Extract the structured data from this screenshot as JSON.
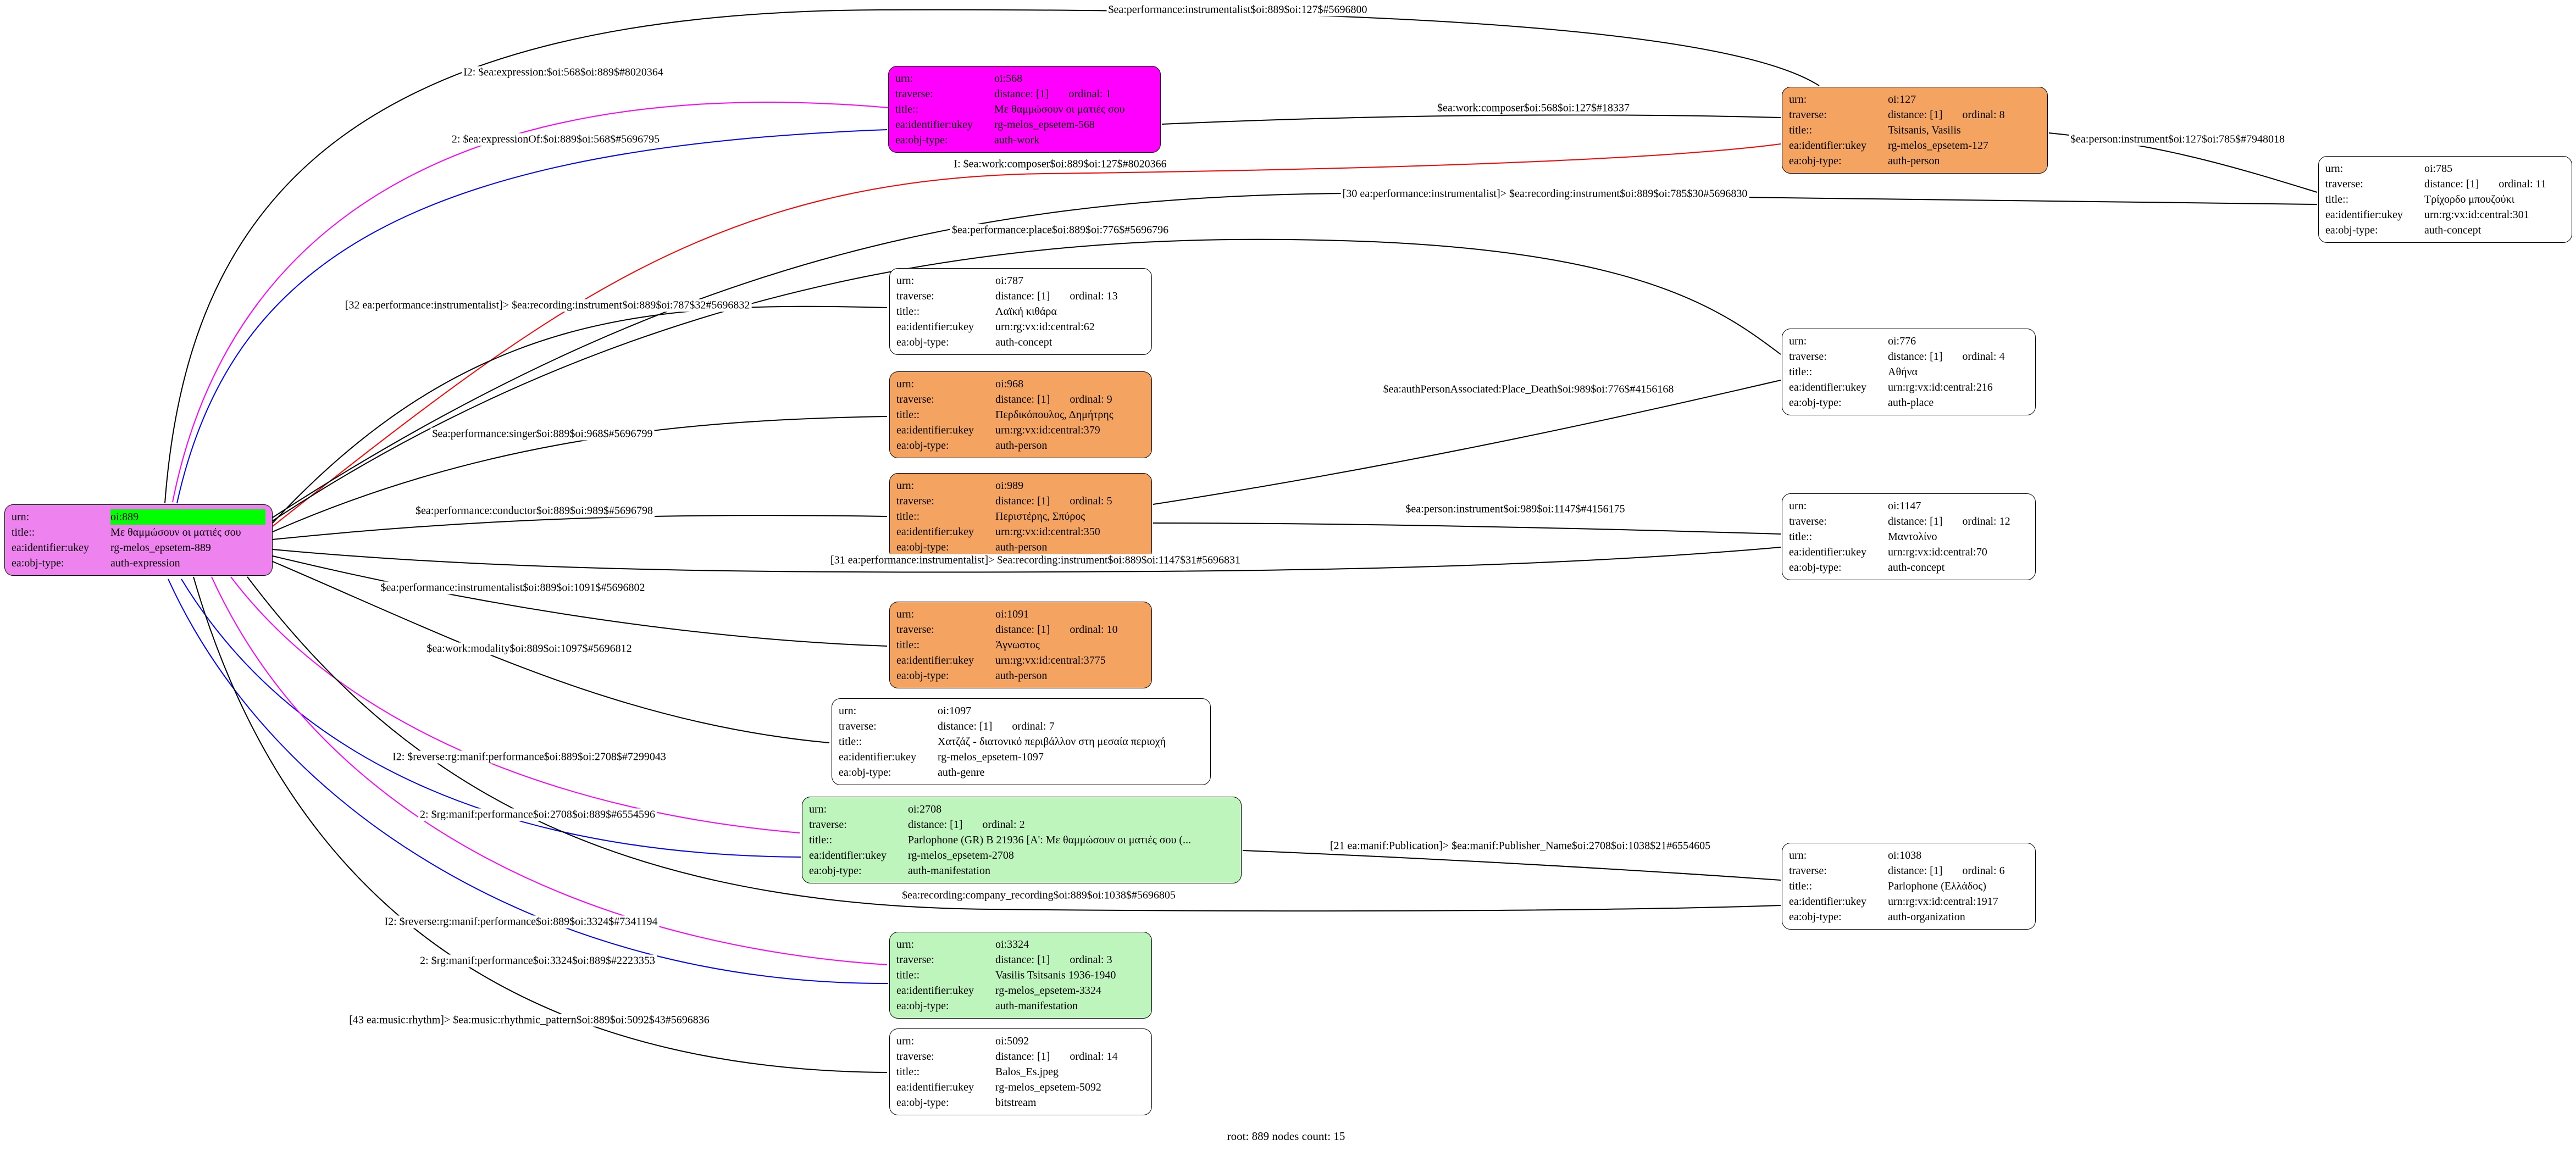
{
  "caption": "root: 889 nodes count: 15",
  "colors": {
    "root_fill": "#EE82EE",
    "work_fill": "#FF00FF",
    "person_fill": "#F4A460",
    "manifestation_fill": "#BDF5BD",
    "plain_fill": "#FFFFFF",
    "urn_highlight": "#00FF00",
    "edge_black": "#000000",
    "edge_magenta": "#FF00FF",
    "edge_blue": "#0000FF",
    "edge_red": "#FF0000"
  },
  "node_field_labels": {
    "urn": "urn:",
    "traverse": "traverse:",
    "title": "title::",
    "ukey": "ea:identifier:ukey",
    "objtype": "ea:obj-type:"
  },
  "nodes": [
    {
      "id": "oi:889",
      "fill": "#EE82EE",
      "urn": "oi:889",
      "urn_highlight": "#00FF00",
      "traverse": null,
      "title": "Με θαμμώσουν οι ματιές σου",
      "ukey": "rg-melos_epsetem-889",
      "objtype": "auth-expression"
    },
    {
      "id": "oi:568",
      "fill": "#FF00FF",
      "urn": "oi:568",
      "traverse": {
        "distance": "distance: [1]",
        "ordinal": "ordinal: 1"
      },
      "title": "Με θαμμώσουν οι ματιές σου",
      "ukey": "rg-melos_epsetem-568",
      "objtype": "auth-work"
    },
    {
      "id": "oi:127",
      "fill": "#F4A460",
      "urn": "oi:127",
      "traverse": {
        "distance": "distance: [1]",
        "ordinal": "ordinal: 8"
      },
      "title": "Tsitsanis, Vasilis",
      "ukey": "rg-melos_epsetem-127",
      "objtype": "auth-person"
    },
    {
      "id": "oi:785",
      "fill": "#FFFFFF",
      "urn": "oi:785",
      "traverse": {
        "distance": "distance: [1]",
        "ordinal": "ordinal: 11"
      },
      "title": "Τρίχορδο μπουζούκι",
      "ukey": "urn:rg:vx:id:central:301",
      "objtype": "auth-concept"
    },
    {
      "id": "oi:787",
      "fill": "#FFFFFF",
      "urn": "oi:787",
      "traverse": {
        "distance": "distance: [1]",
        "ordinal": "ordinal: 13"
      },
      "title": "Λαϊκή κιθάρα",
      "ukey": "urn:rg:vx:id:central:62",
      "objtype": "auth-concept"
    },
    {
      "id": "oi:968",
      "fill": "#F4A460",
      "urn": "oi:968",
      "traverse": {
        "distance": "distance: [1]",
        "ordinal": "ordinal: 9"
      },
      "title": "Περδικόπουλος, Δημήτρης",
      "ukey": "urn:rg:vx:id:central:379",
      "objtype": "auth-person"
    },
    {
      "id": "oi:989",
      "fill": "#F4A460",
      "urn": "oi:989",
      "traverse": {
        "distance": "distance: [1]",
        "ordinal": "ordinal: 5"
      },
      "title": "Περιστέρης, Σπύρος",
      "ukey": "urn:rg:vx:id:central:350",
      "objtype": "auth-person"
    },
    {
      "id": "oi:776",
      "fill": "#FFFFFF",
      "urn": "oi:776",
      "traverse": {
        "distance": "distance: [1]",
        "ordinal": "ordinal: 4"
      },
      "title": "Αθήνα",
      "ukey": "urn:rg:vx:id:central:216",
      "objtype": "auth-place"
    },
    {
      "id": "oi:1147",
      "fill": "#FFFFFF",
      "urn": "oi:1147",
      "traverse": {
        "distance": "distance: [1]",
        "ordinal": "ordinal: 12"
      },
      "title": "Μαντολίνο",
      "ukey": "urn:rg:vx:id:central:70",
      "objtype": "auth-concept"
    },
    {
      "id": "oi:1091",
      "fill": "#F4A460",
      "urn": "oi:1091",
      "traverse": {
        "distance": "distance: [1]",
        "ordinal": "ordinal: 10"
      },
      "title": "Άγνωστος",
      "ukey": "urn:rg:vx:id:central:3775",
      "objtype": "auth-person"
    },
    {
      "id": "oi:1097",
      "fill": "#FFFFFF",
      "urn": "oi:1097",
      "traverse": {
        "distance": "distance: [1]",
        "ordinal": "ordinal: 7"
      },
      "title": "Χατζάζ - διατονικό περιβάλλον στη μεσαία περιοχή",
      "ukey": "rg-melos_epsetem-1097",
      "objtype": "auth-genre"
    },
    {
      "id": "oi:2708",
      "fill": "#BDF5BD",
      "urn": "oi:2708",
      "traverse": {
        "distance": "distance: [1]",
        "ordinal": "ordinal: 2"
      },
      "title": "Parlophone (GR) B 21936 [Α': Με θαμμώσουν οι ματιές σου (...",
      "ukey": "rg-melos_epsetem-2708",
      "objtype": "auth-manifestation"
    },
    {
      "id": "oi:1038",
      "fill": "#FFFFFF",
      "urn": "oi:1038",
      "traverse": {
        "distance": "distance: [1]",
        "ordinal": "ordinal: 6"
      },
      "title": "Parlophone (Ελλάδος)",
      "ukey": "urn:rg:vx:id:central:1917",
      "objtype": "auth-organization"
    },
    {
      "id": "oi:3324",
      "fill": "#BDF5BD",
      "urn": "oi:3324",
      "traverse": {
        "distance": "distance: [1]",
        "ordinal": "ordinal: 3"
      },
      "title": "Vasilis Tsitsanis 1936-1940",
      "ukey": "rg-melos_epsetem-3324",
      "objtype": "auth-manifestation"
    },
    {
      "id": "oi:5092",
      "fill": "#FFFFFF",
      "urn": "oi:5092",
      "traverse": {
        "distance": "distance: [1]",
        "ordinal": "ordinal: 14"
      },
      "title": "Balos_Es.jpeg",
      "ukey": "rg-melos_epsetem-5092",
      "objtype": "bitstream"
    }
  ],
  "edges": [
    {
      "id": "e1",
      "label": "$ea:performance:instrumentalist$oi:889$oi:127$#5696800",
      "color": "#000000"
    },
    {
      "id": "e2",
      "label": "I2: $ea:expression:$oi:568$oi:889$#8020364",
      "color": "#FF00FF"
    },
    {
      "id": "e3",
      "label": "2: $ea:expressionOf:$oi:889$oi:568$#5696795",
      "color": "#0000FF"
    },
    {
      "id": "e4",
      "label": "I: $ea:work:composer$oi:889$oi:127$#8020366",
      "color": "#FF0000"
    },
    {
      "id": "e5",
      "label": "$ea:work:composer$oi:568$oi:127$#18337",
      "color": "#000000"
    },
    {
      "id": "e6",
      "label": "$ea:person:instrument$oi:127$oi:785$#7948018",
      "color": "#000000"
    },
    {
      "id": "e7",
      "label": "[30 ea:performance:instrumentalist]> $ea:recording:instrument$oi:889$oi:785$30#5696830",
      "color": "#000000"
    },
    {
      "id": "e8",
      "label": "$ea:performance:place$oi:889$oi:776$#5696796",
      "color": "#000000"
    },
    {
      "id": "e9",
      "label": "[32 ea:performance:instrumentalist]> $ea:recording:instrument$oi:889$oi:787$32#5696832",
      "color": "#000000"
    },
    {
      "id": "e10",
      "label": "$ea:performance:singer$oi:889$oi:968$#5696799",
      "color": "#000000"
    },
    {
      "id": "e11",
      "label": "$ea:authPersonAssociated:Place_Death$oi:989$oi:776$#4156168",
      "color": "#000000"
    },
    {
      "id": "e12",
      "label": "$ea:performance:conductor$oi:889$oi:989$#5696798",
      "color": "#000000"
    },
    {
      "id": "e13",
      "label": "$ea:person:instrument$oi:989$oi:1147$#4156175",
      "color": "#000000"
    },
    {
      "id": "e14",
      "label": "[31 ea:performance:instrumentalist]> $ea:recording:instrument$oi:889$oi:1147$31#5696831",
      "color": "#000000"
    },
    {
      "id": "e15",
      "label": "$ea:performance:instrumentalist$oi:889$oi:1091$#5696802",
      "color": "#000000"
    },
    {
      "id": "e16",
      "label": "$ea:work:modality$oi:889$oi:1097$#5696812",
      "color": "#000000"
    },
    {
      "id": "e17",
      "label": "I2: $reverse:rg:manif:performance$oi:889$oi:2708$#7299043",
      "color": "#FF00FF"
    },
    {
      "id": "e18",
      "label": "2: $rg:manif:performance$oi:2708$oi:889$#6554596",
      "color": "#0000FF"
    },
    {
      "id": "e19",
      "label": "[21 ea:manif:Publication]> $ea:manif:Publisher_Name$oi:2708$oi:1038$21#6554605",
      "color": "#000000"
    },
    {
      "id": "e20",
      "label": "$ea:recording:company_recording$oi:889$oi:1038$#5696805",
      "color": "#000000"
    },
    {
      "id": "e21",
      "label": "I2: $reverse:rg:manif:performance$oi:889$oi:3324$#7341194",
      "color": "#FF00FF"
    },
    {
      "id": "e22",
      "label": "2: $rg:manif:performance$oi:3324$oi:889$#2223353",
      "color": "#0000FF"
    },
    {
      "id": "e23",
      "label": "[43 ea:music:rhythm]> $ea:music:rhythmic_pattern$oi:889$oi:5092$43#5696836",
      "color": "#000000"
    }
  ]
}
